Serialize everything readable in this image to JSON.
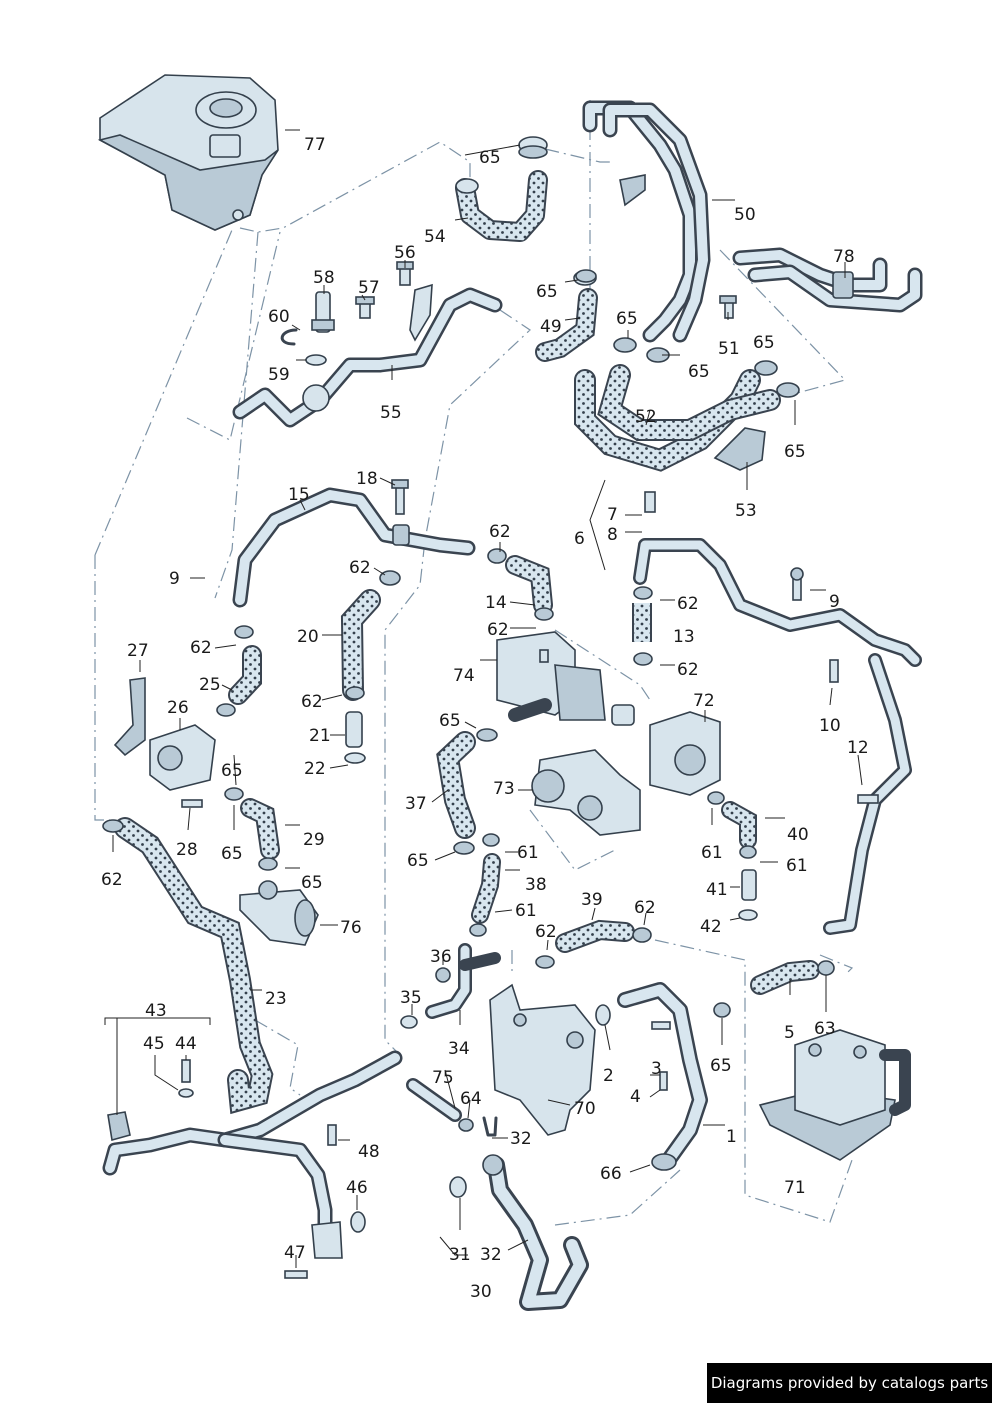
{
  "diagram": {
    "labels": {
      "l77": "77",
      "l65a": "65",
      "l54": "54",
      "l50": "50",
      "l78": "78",
      "l56": "56",
      "l58": "58",
      "l57": "57",
      "l60": "60",
      "l59": "59",
      "l55": "55",
      "l65b": "65",
      "l49": "49",
      "l65c": "65",
      "l65d": "65",
      "l51": "51",
      "l65e": "65",
      "l52": "52",
      "l65f": "65",
      "l53": "53",
      "l18": "18",
      "l15": "15",
      "l62a": "62",
      "l62b": "62",
      "l7": "7",
      "l8": "8",
      "l6": "6",
      "l9a": "9",
      "l9b": "9",
      "l14": "14",
      "l20": "20",
      "l62c": "62",
      "l13": "13",
      "l62d": "62",
      "l62e": "62",
      "l27": "27",
      "l62f": "62",
      "l25": "25",
      "l74": "74",
      "l62g": "62",
      "l10": "10",
      "l26": "26",
      "l72": "72",
      "l21": "21",
      "l22": "22",
      "l65g": "65",
      "l12": "12",
      "l65h": "65",
      "l37": "37",
      "l73": "73",
      "l28": "28",
      "l29": "29",
      "l65i": "65",
      "l40": "40",
      "l62h": "62",
      "l65j": "65",
      "l61a": "61",
      "l61b": "61",
      "l61c": "61",
      "l65k": "65",
      "l38": "38",
      "l41": "41",
      "l76": "76",
      "l61d": "61",
      "l39": "39",
      "l62i": "62",
      "l42": "42",
      "l62j": "62",
      "l36": "36",
      "l23": "23",
      "l35": "35",
      "l43": "43",
      "l5": "5",
      "l63": "63",
      "l34": "34",
      "l45": "45",
      "l44": "44",
      "l2": "2",
      "l65l": "65",
      "l3": "3",
      "l4": "4",
      "l75": "75",
      "l64": "64",
      "l70": "70",
      "l1": "1",
      "l48": "48",
      "l32a": "32",
      "l66": "66",
      "l71": "71",
      "l46": "46",
      "l47": "47",
      "l31": "31",
      "l32b": "32",
      "l30": "30"
    }
  },
  "footer": {
    "text": "Diagrams provided by catalogs parts"
  }
}
